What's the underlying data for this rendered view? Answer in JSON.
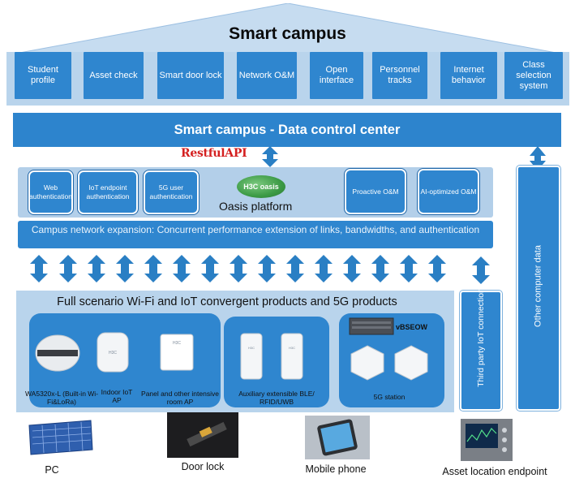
{
  "title": "Smart campus",
  "apps": [
    {
      "label": "Student profile"
    },
    {
      "label": "Asset check"
    },
    {
      "label": "Smart door lock"
    },
    {
      "label": "Network O&M"
    },
    {
      "label": "Open interface"
    },
    {
      "label": "Personnel tracks"
    },
    {
      "label": "Internet behavior"
    },
    {
      "label": "Class selection system"
    }
  ],
  "data_control_center": "Smart campus - Data control center",
  "restful_api": "RestfulAPI",
  "oasis": {
    "logo_text": "H3C oasis",
    "platform_label": "Oasis platform",
    "modules_left": [
      "Web authentication",
      "IoT endpoint authentication",
      "5G user authentication"
    ],
    "modules_right": [
      "Proactive O&M",
      "AI-optimized O&M"
    ]
  },
  "expansion": "Campus network expansion: Concurrent performance extension of links, bandwidths, and authentication",
  "other_computer_data": "Other computer data",
  "third_party_iot": "Third party IoT connection",
  "products": {
    "title": "Full scenario Wi-Fi and IoT convergent products and 5G products",
    "items": [
      {
        "label": "WA5320x-L (Built-in Wi-Fi&LoRa)"
      },
      {
        "label": "Indoor IoT AP"
      },
      {
        "label": "Panel and other intensive room AP"
      },
      {
        "label": "Auxiliary extensible BLE/ RFID/UWB"
      },
      {
        "label": "5G station"
      }
    ],
    "station_brand": "vBSEOW",
    "ap_brand": "H3C"
  },
  "devices": [
    {
      "label": "PC"
    },
    {
      "label": "Door lock"
    },
    {
      "label": "Mobile phone"
    },
    {
      "label": "Asset location endpoint"
    }
  ],
  "colors": {
    "primary": "#2f86cf",
    "light_band": "#b9d4ec",
    "arrow": "#2a7fc4",
    "restful": "#d42020"
  }
}
